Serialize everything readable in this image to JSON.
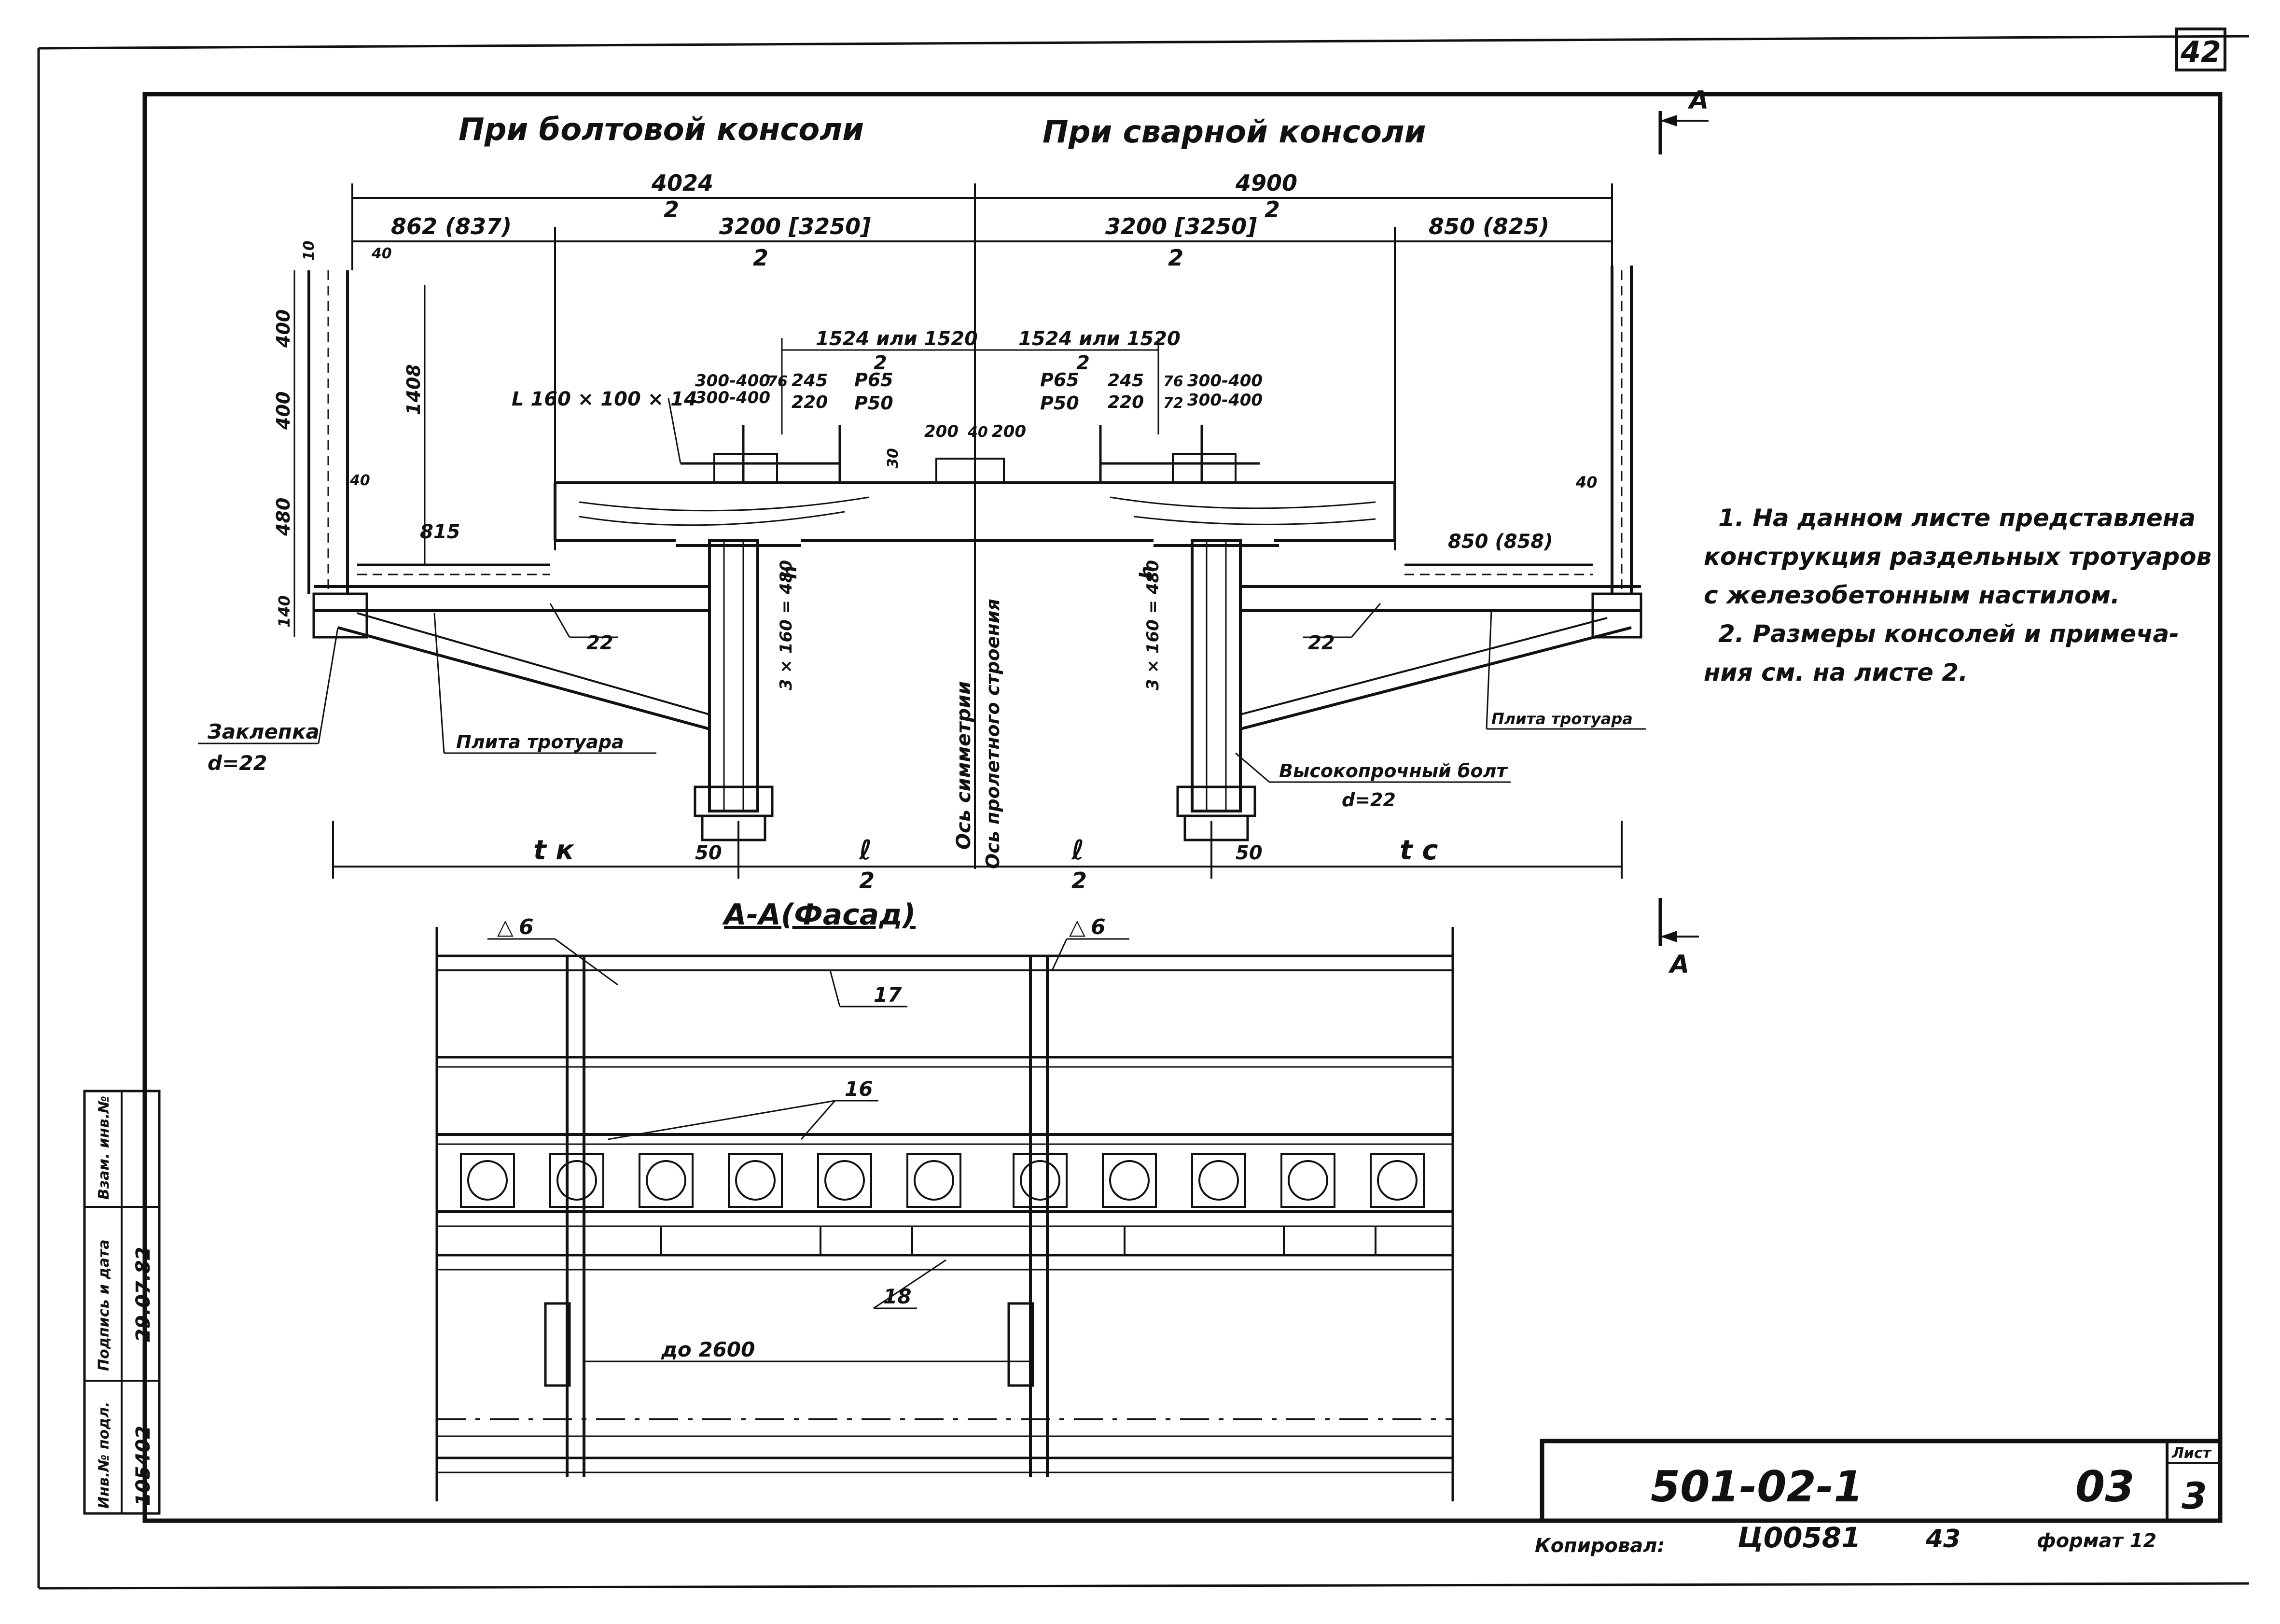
{
  "sheet": {
    "page_number": "42",
    "code": "501-02-1",
    "album": "03",
    "list_label": "Лист",
    "list_number": "3",
    "copied_label": "Копировал:",
    "copier_code": "Ц00581",
    "copy_number": "43",
    "format_label": "формат 12"
  },
  "headings": {
    "bolted": "При болтовой консоли",
    "welded": "При сварной консоли",
    "section": "А-А(Фасад)"
  },
  "section_mark": {
    "top": "А",
    "bottom": "А"
  },
  "dims": {
    "left_total": "4024",
    "right_total": "4900",
    "half": "2",
    "left_cons": "862 (837)",
    "half_width": "3200 [3250]",
    "right_cons": "850 (825)",
    "gauge": "1524 или 1520",
    "rails": "300-400",
    "rails2": "300-400",
    "d76": "76",
    "d72": "72",
    "d245": "245",
    "d220": "220",
    "p65": "Р65",
    "p50": "Р50",
    "d30": "30",
    "d200": "200",
    "d40": "40",
    "angle": "L 160 × 100 × 14",
    "h400": "400",
    "h400b": "400",
    "h480": "480",
    "h140": "140",
    "h10": "10",
    "h40": "40",
    "h40b": "40",
    "h1408": "1408",
    "w815": "815",
    "w850": "850 (858)",
    "d22": "22",
    "d22b": "22",
    "rivets": "3 × 160 = 480",
    "rivets2": "3 × 160 = 480",
    "h_letter": "h",
    "d50": "50",
    "d50b": "50",
    "tk": "t к",
    "tc": "t с",
    "l": "ℓ",
    "l2": "ℓ",
    "two": "2"
  },
  "labels": {
    "rivet": "Заклепка",
    "rivet_d": "d=22",
    "slab": "Плита тротуара",
    "slab2": "Плита тротуара",
    "bolt": "Высокопрочный болт",
    "bolt_d": "d=22",
    "axis1": "Ось симметрии",
    "axis2": "Ось пролетного строения"
  },
  "section": {
    "weld1": "6",
    "weld2": "6",
    "pos17": "17",
    "pos16": "16",
    "pos18": "18",
    "spacing": "до 2600"
  },
  "notes": [
    "1. На данном листе представлена",
    "конструкция раздельных тротуаров",
    "с железобетонным настилом.",
    "2. Размеры консолей и примеча-",
    "ния см. на листе 2."
  ],
  "stamp": {
    "inv": "Инв.№ подл.",
    "sign": "Подпись и дата",
    "replace": "Взам. инв.№",
    "inv_val": "105402",
    "date_val": "29.07.82"
  }
}
